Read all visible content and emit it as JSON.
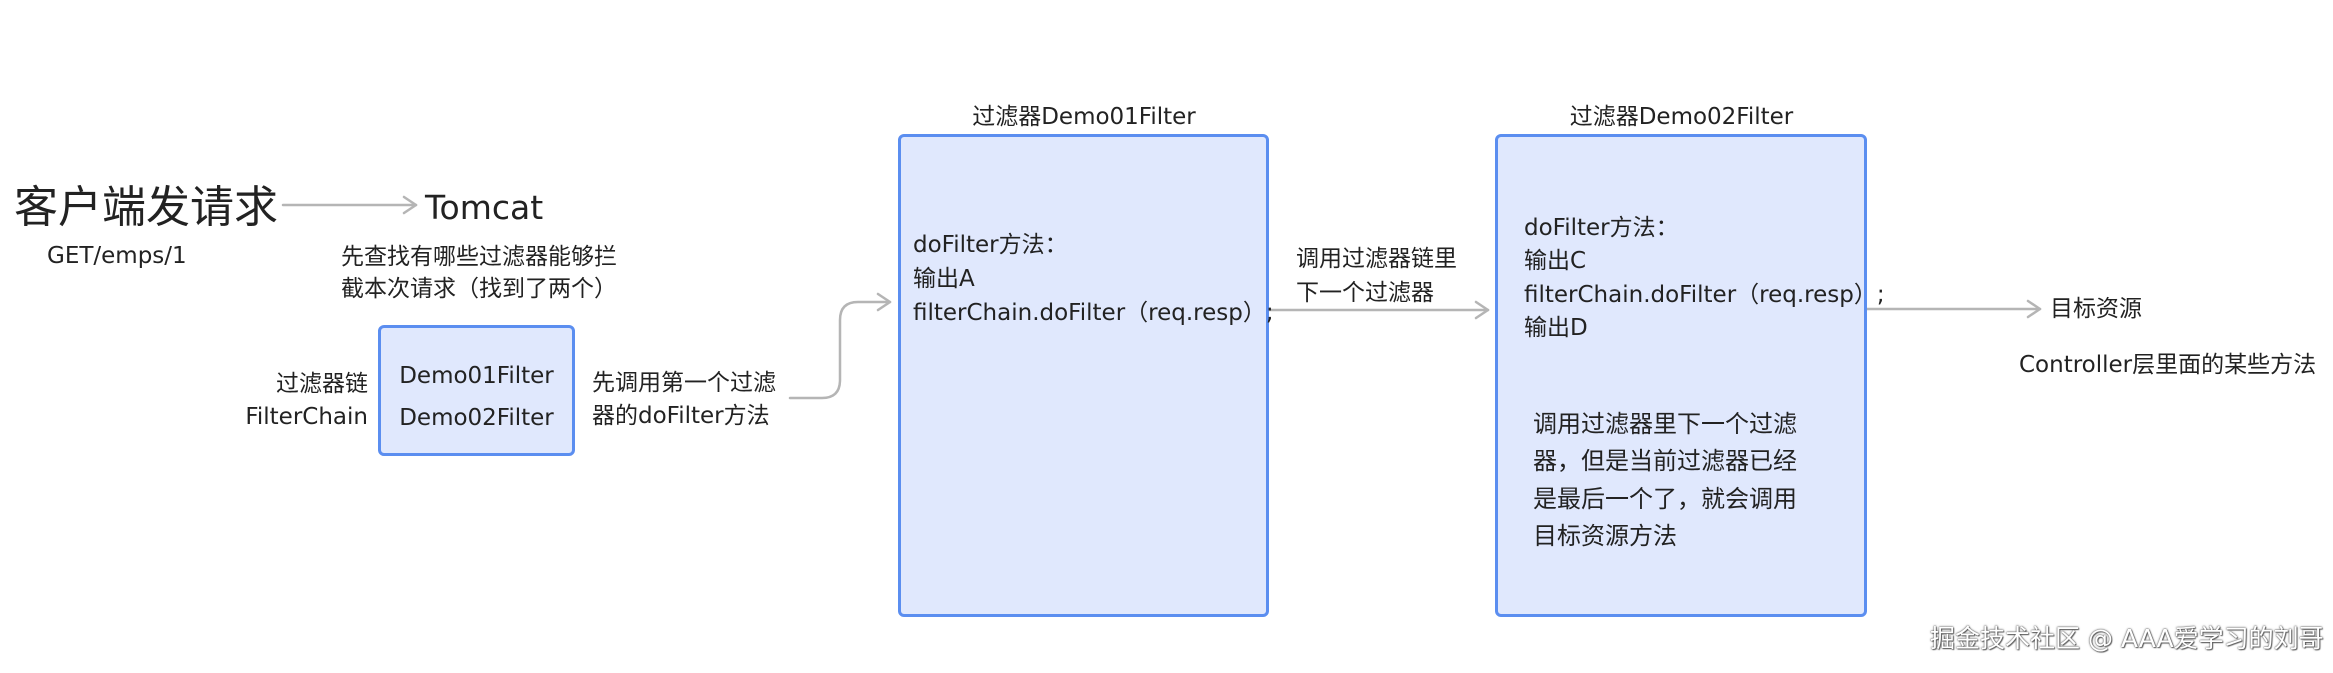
{
  "request": {
    "title": "客户端发请求",
    "url": "GET/emps/1"
  },
  "tomcat": {
    "label": "Tomcat",
    "note_line1": "先查找有哪些过滤器能够拦",
    "note_line2": "截本次请求（找到了两个）"
  },
  "chain": {
    "label_line1": "过滤器链",
    "label_line2": "FilterChain",
    "items": [
      "Demo01Filter",
      "Demo02Filter"
    ],
    "call_line1": "先调用第一个过滤",
    "call_line2": "器的doFilter方法"
  },
  "filter1": {
    "title": "过滤器Demo01Filter",
    "lines": [
      "doFilter方法：",
      "输出A",
      "filterChain.doFilter（req.resp）;"
    ]
  },
  "between": {
    "line1": "调用过滤器链里",
    "line2": "下一个过滤器"
  },
  "filter2": {
    "title": "过滤器Demo02Filter",
    "lines": [
      "doFilter方法：",
      "输出C",
      "filterChain.doFilter（req.resp）;",
      "输出D"
    ],
    "note_lines": [
      "调用过滤器里下一个过滤",
      "器，但是当前过滤器已经",
      "是最后一个了，就会调用",
      "目标资源方法"
    ]
  },
  "target": {
    "label": "目标资源",
    "desc": "Controller层里面的某些方法"
  },
  "watermark": "掘金技术社区 @ AAA爱学习的刘哥"
}
